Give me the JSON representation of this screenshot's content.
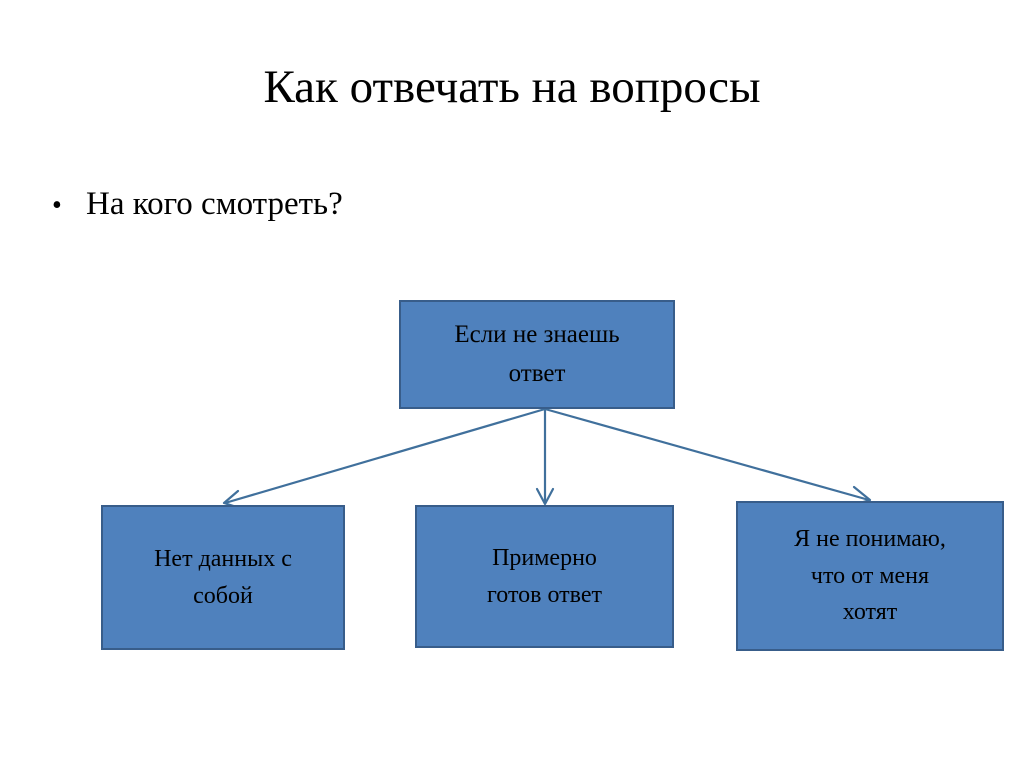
{
  "slide": {
    "title": "Как отвечать на вопросы",
    "background_color": "#FFFFFF",
    "title_color": "#000000"
  },
  "bullets": [
    {
      "marker": "•",
      "text": "На кого смотреть?"
    }
  ],
  "diagram": {
    "type": "tree",
    "node_fill_color": "#4F81BD",
    "node_border_color": "#385D8A",
    "connector_color": "#40709C",
    "text_color": "#000000",
    "root": {
      "label": "Если не знаешь\nответ"
    },
    "children": [
      {
        "label": "Нет данных с\nсобой"
      },
      {
        "label": "Примерно\nготов ответ"
      },
      {
        "label": "Я не понимаю,\nчто от меня\nхотят"
      }
    ]
  }
}
